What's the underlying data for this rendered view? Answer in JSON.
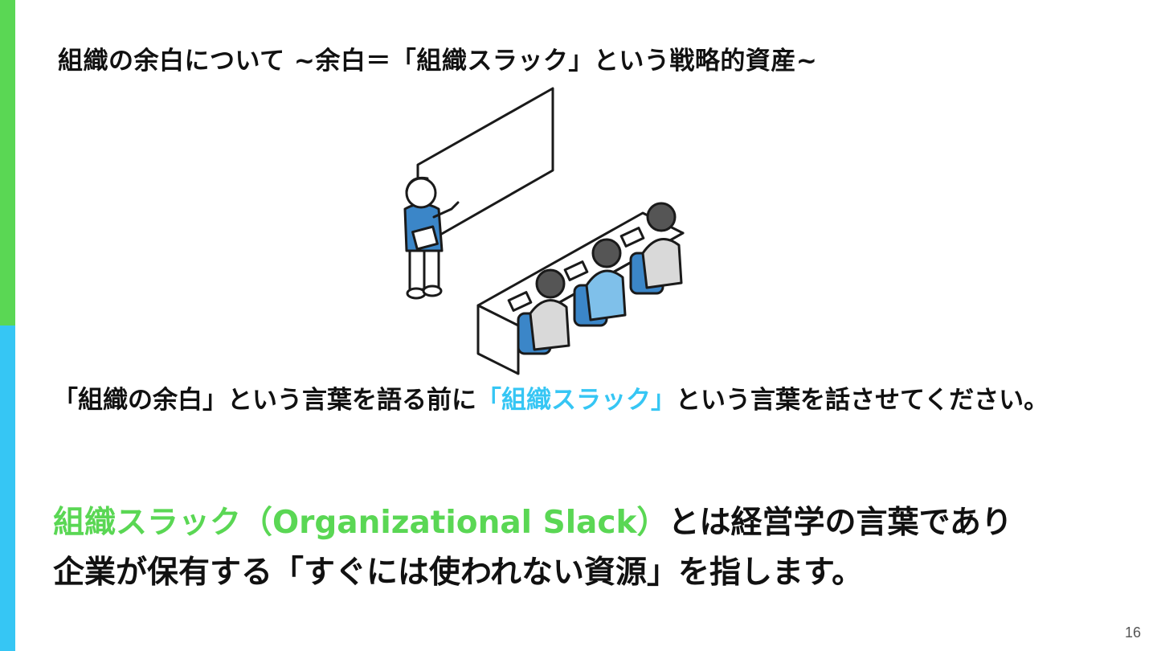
{
  "colors": {
    "green": "#5ad754",
    "blue": "#36c6f4",
    "text": "#111111",
    "shirt_blue": "#3b86c8"
  },
  "title": "組織の余白について ~余白＝「組織スラック」という戦略的資産~",
  "paragraph1": {
    "before": "「組織の余白」という言葉を語る前に",
    "highlight": "「組織スラック」",
    "after": "という言葉を話させてください。"
  },
  "paragraph2": {
    "highlight": "組織スラック（Organizational Slack）",
    "after_line1": "とは経営学の言葉であり",
    "line2": "企業が保有する「すぐには使われない資源」を指します。"
  },
  "illustration": {
    "icon": "classroom-presentation-illustration"
  },
  "page_number": "16"
}
